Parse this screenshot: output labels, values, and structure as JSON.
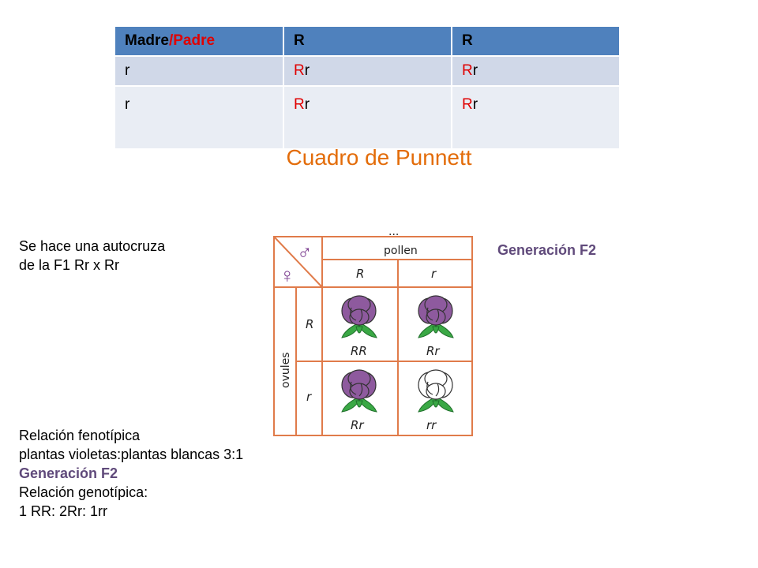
{
  "table": {
    "header": {
      "corner_madre": "Madre",
      "corner_sep_padre": "/Padre",
      "col1": "R",
      "col2": "R"
    },
    "rows": [
      {
        "label": "r",
        "c1_R": "R",
        "c1_r": "r",
        "c2_R": "R",
        "c2_r": "r"
      },
      {
        "label": "r",
        "c1_R": "R",
        "c1_r": "r",
        "c2_R": "R",
        "c2_r": "r"
      }
    ]
  },
  "title": "Cuadro de Punnett",
  "left_text": {
    "line1": "Se hace una autocruza",
    "line2": "de la F1 Rr x Rr"
  },
  "right_label": "Generación F2",
  "bottom_text": {
    "line1": "Relación fenotípica",
    "line2": "plantas violetas:plantas blancas 3:1",
    "line3": "Generación F2",
    "line4": "Relación genotípica:",
    "line5": "1 RR: 2Rr: 1rr"
  },
  "diagram": {
    "dots": "...",
    "male_symbol": "♂",
    "female_symbol": "♀",
    "pollen_label": "pollen",
    "ovules_label": "ovules",
    "pollen_alleles": [
      "R",
      "r"
    ],
    "ovule_alleles": [
      "R",
      "r"
    ],
    "cells": [
      {
        "genotype": "RR",
        "flower": "purple"
      },
      {
        "genotype": "Rr",
        "flower": "purple"
      },
      {
        "genotype": "Rr",
        "flower": "purple"
      },
      {
        "genotype": "rr",
        "flower": "white"
      }
    ],
    "colors": {
      "grid": "#e07b4a",
      "purple_petal": "#8e5a9e",
      "white_petal": "#ffffff",
      "leaf": "#3aa845"
    }
  }
}
